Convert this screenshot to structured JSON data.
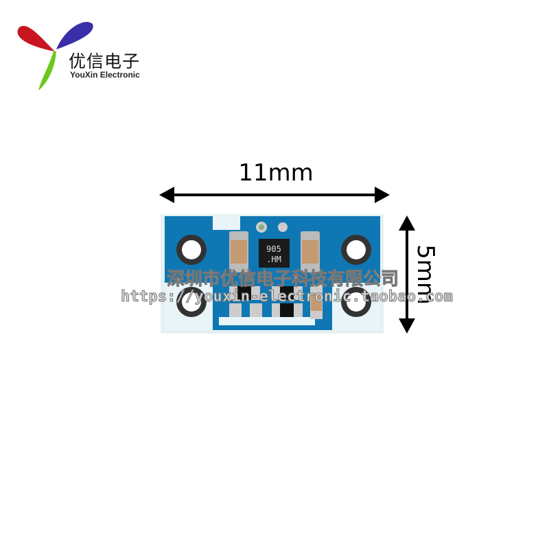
{
  "logo": {
    "name_cn": "优信电子",
    "name_en": "YouXin Electronic",
    "colors": {
      "red": "#c8141e",
      "blue": "#3a2fa8",
      "green": "#6cc81e"
    }
  },
  "dimensions": {
    "width_label": "11mm",
    "height_label": "5mm"
  },
  "board": {
    "chip_marking_line1": "905",
    "chip_marking_line2": ".HM",
    "pcb_color": "#0f78b4"
  },
  "watermark": {
    "company": "深圳市优信电子科技有限公司",
    "url": "https://youxin-electronic.taobao.com"
  }
}
